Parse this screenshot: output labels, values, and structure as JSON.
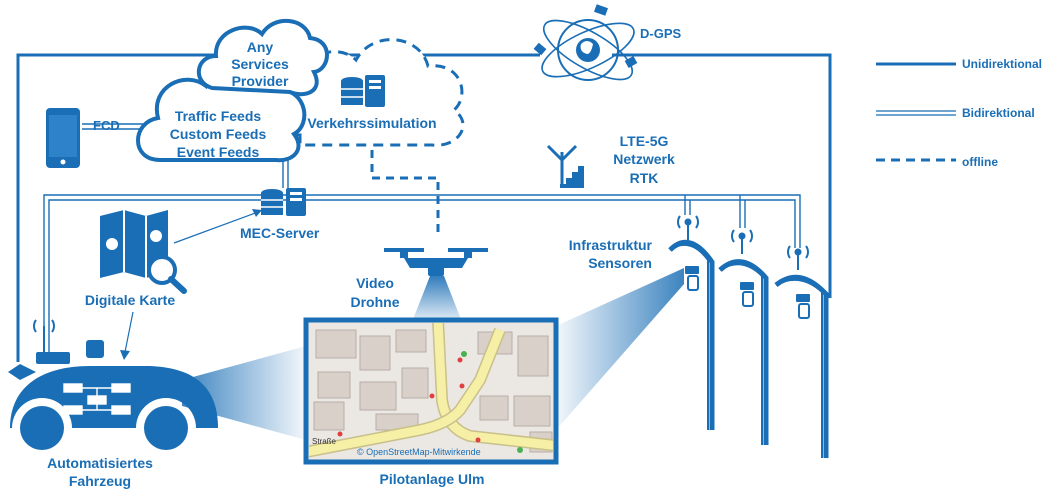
{
  "nodes": {
    "cloud_service": [
      "Any",
      "Services",
      "Provider"
    ],
    "cloud_feeds": [
      "Traffic Feeds",
      "Custom Feeds",
      "Event Feeds"
    ],
    "traffic_sim": "Verkehrssimulation",
    "fcd": "FCD",
    "dgps": "D-GPS",
    "lte": [
      "LTE-5G",
      "Netzwerk",
      "RTK"
    ],
    "mec": "MEC-Server",
    "digital_map": "Digitale Karte",
    "drone": [
      "Video",
      "Drohne"
    ],
    "infra": [
      "Infrastruktur",
      "Sensoren"
    ],
    "vehicle": [
      "Automatisiertes",
      "Fahrzeug"
    ],
    "pilot": "Pilotanlage Ulm"
  },
  "map": {
    "credit": "© OpenStreetMap-Mitwirkende",
    "street": "Straße"
  },
  "legend": {
    "uni": "Unidirektional",
    "bi": "Bidirektional",
    "offline": "offline"
  },
  "colors": {
    "primary": "#1a6eb5",
    "map_road": "#f6efa6",
    "map_building": "#d9d0c9"
  }
}
